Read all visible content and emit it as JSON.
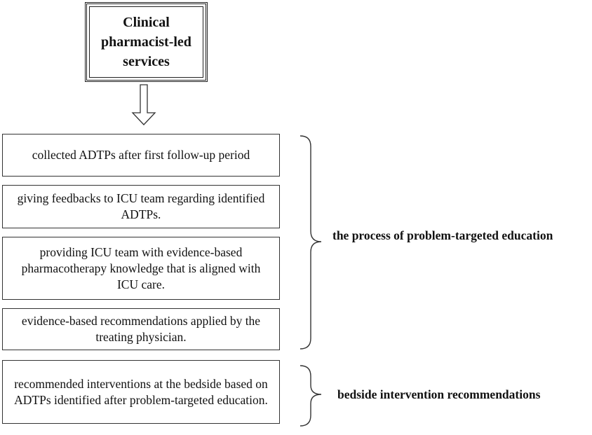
{
  "top_box": {
    "text": "Clinical pharmacist-led services"
  },
  "steps": [
    {
      "text": "collected ADTPs after first follow-up period"
    },
    {
      "text": "giving feedbacks to ICU team regarding identified ADTPs."
    },
    {
      "text": "providing ICU team with evidence-based pharmacotherapy knowledge that is aligned with ICU care."
    },
    {
      "text": "evidence-based recommendations applied by the treating physician."
    },
    {
      "text": "recommended interventions at the bedside based on ADTPs identified after problem-targeted education."
    }
  ],
  "groups": [
    {
      "label": "the process of problem-targeted education"
    },
    {
      "label": "bedside intervention recommendations"
    }
  ]
}
